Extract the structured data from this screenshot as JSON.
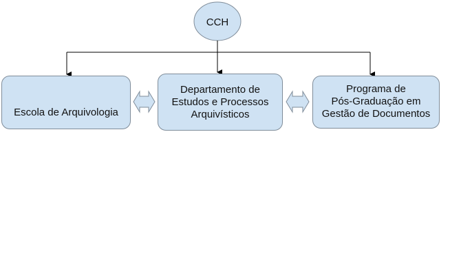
{
  "root": {
    "label": "CCH"
  },
  "nodes": [
    {
      "lines": [
        "Escola de Arquivologia"
      ]
    },
    {
      "lines": [
        "Departamento de",
        "Estudos e Processos",
        "Arquivísticos"
      ]
    },
    {
      "lines": [
        "Programa de",
        "Pós-Graduação em",
        "Gestão de Documentos"
      ]
    }
  ],
  "colors": {
    "fill": "#cfe2f3",
    "border": "#7f8c99",
    "connector": "#000000"
  }
}
